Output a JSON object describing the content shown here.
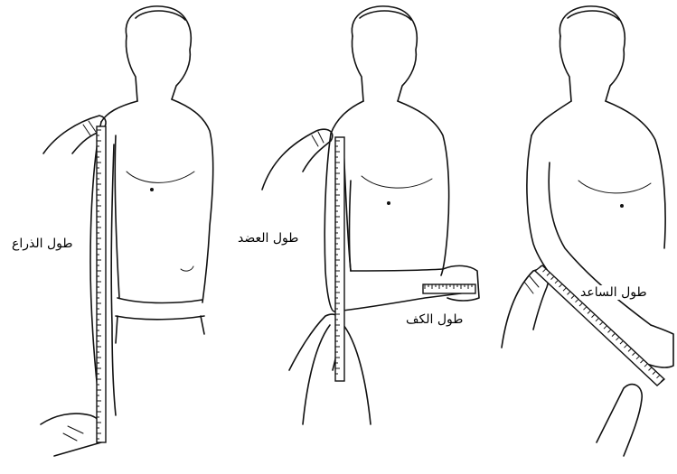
{
  "labels": {
    "arm_length": "طول الذراع",
    "upper_arm_length": "طول العضد",
    "hand_length": "طول الكف",
    "forearm_length": "طول الساعد"
  }
}
